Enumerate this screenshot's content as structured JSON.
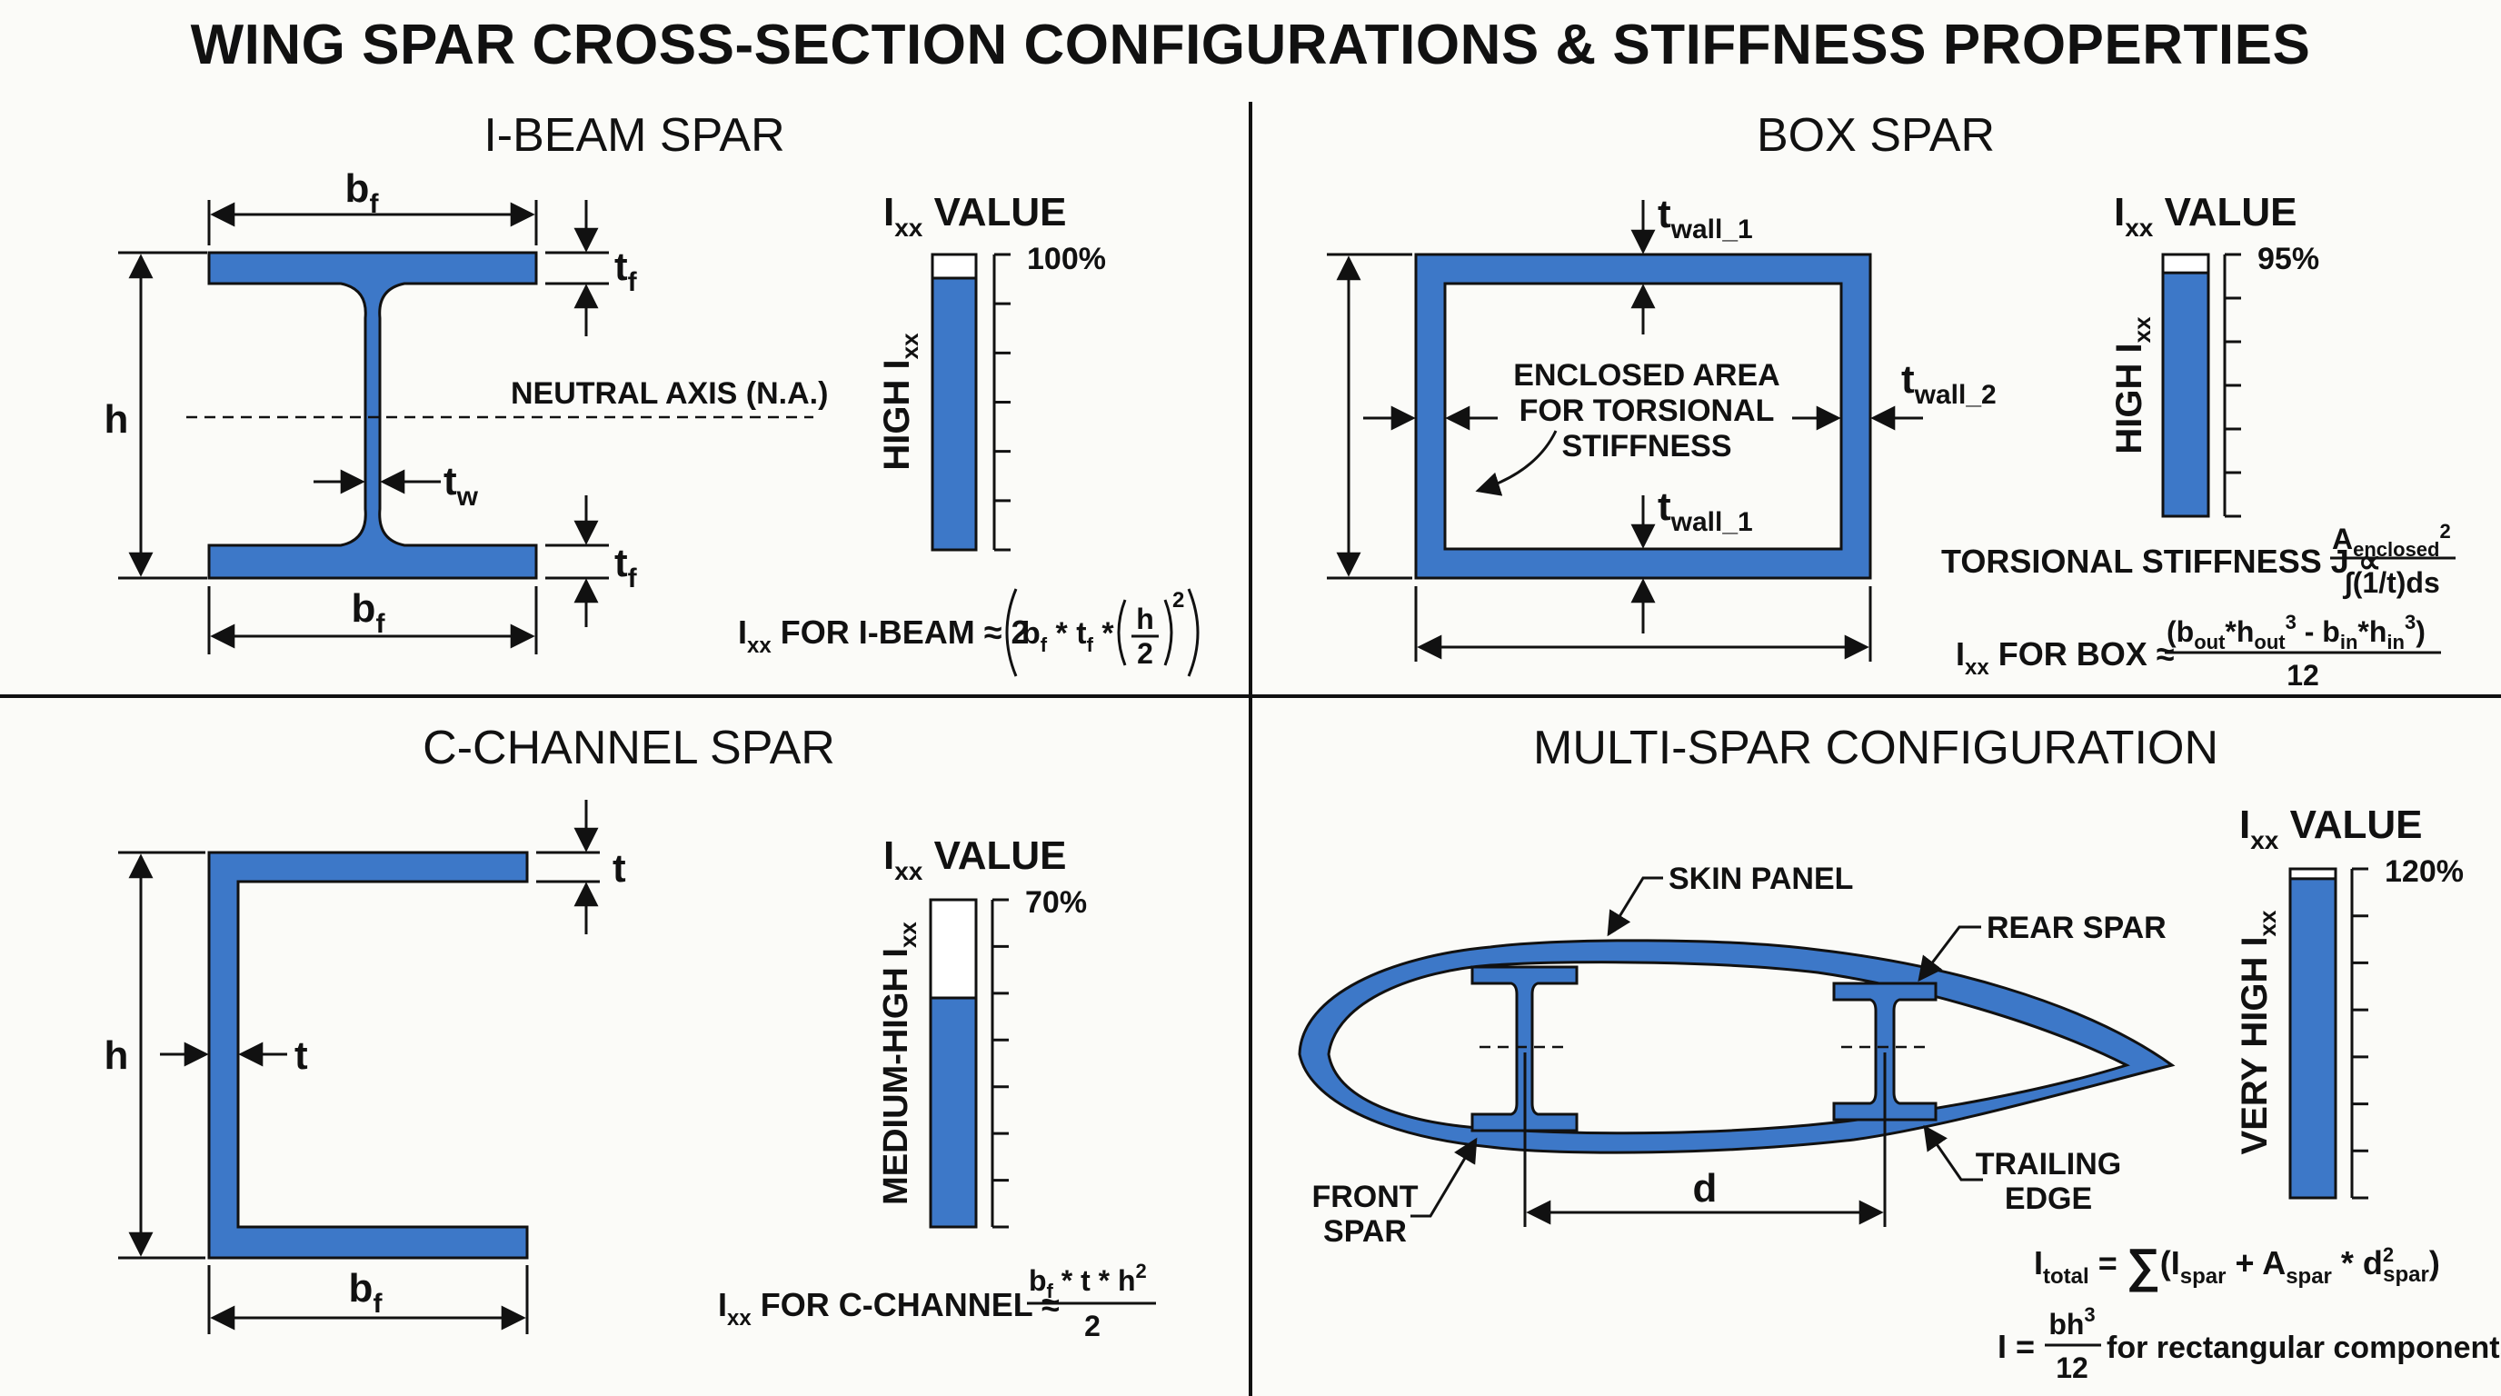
{
  "title": "WING SPAR CROSS-SECTION CONFIGURATIONS & STIFFNESS PROPERTIES",
  "colors": {
    "section_fill": "#3d78c8",
    "outline": "#111111",
    "background": "#fbfbf8"
  },
  "ibeam": {
    "title": "I-BEAM SPAR",
    "dims": {
      "flange_width": "b",
      "flange_width_sub": "f",
      "height": "h",
      "flange_thk": "t",
      "flange_thk_sub": "f",
      "web_thk": "t",
      "web_thk_sub": "w"
    },
    "neutral_axis": "NEUTRAL AXIS (N.A.)",
    "gauge": {
      "header": "I",
      "header_sub": "xx",
      "header_rest": " VALUE",
      "percent_label": "100%",
      "level": 0.92,
      "side_label": "HIGH I",
      "side_sub": "xx"
    },
    "formula": {
      "lhs": "I",
      "lhs_sub": "xx",
      "lhs_rest": " FOR I-BEAM ≈ 2",
      "inner": "b",
      "inner_sub1": "f",
      "times1": " * t",
      "inner_sub2": "f",
      "times2": " * ",
      "frac_num": "h",
      "frac_den": "2",
      "power": "2"
    }
  },
  "box": {
    "title": "BOX SPAR",
    "wall_top": "t",
    "wall_top_sub": "wall_1",
    "wall_right": "t",
    "wall_right_sub": "wall_2",
    "wall_bottom": "t",
    "wall_bottom_sub": "wall_1",
    "enclosed_label": [
      "ENCLOSED AREA",
      "FOR TORSIONAL",
      "STIFFNESS"
    ],
    "gauge": {
      "header": "I",
      "header_sub": "xx",
      "header_rest": " VALUE",
      "percent_label": "95%",
      "level": 0.93,
      "side_label": "HIGH I",
      "side_sub": "xx"
    },
    "torsion": {
      "lhs": "TORSIONAL STIFFNESS J ∝",
      "num": "A",
      "num_sub": "enclosed",
      "num_sup": "2",
      "den": "∫(1/t)ds"
    },
    "formula": {
      "lhs": "I",
      "lhs_sub": "xx",
      "lhs_rest": " FOR BOX ≈",
      "num_a": "(b",
      "num_a_sub": "out",
      "num_b": "*h",
      "num_b_sub": "out",
      "num_b_sup": "3",
      "num_c": " - b",
      "num_c_sub": "in",
      "num_d": "*h",
      "num_d_sub": "in",
      "num_d_sup": "3",
      "num_e": ")",
      "den": "12"
    }
  },
  "cchannel": {
    "title": "C-CHANNEL SPAR",
    "dims": {
      "thk_top": "t",
      "thk_web": "t",
      "height": "h",
      "flange_width": "b",
      "flange_width_sub": "f"
    },
    "gauge": {
      "header": "I",
      "header_sub": "xx",
      "header_rest": " VALUE",
      "percent_label": "70%",
      "level": 0.7,
      "side_label": "MEDIUM-HIGH I",
      "side_sub": "xx"
    },
    "formula": {
      "lhs": "I",
      "lhs_sub": "xx",
      "lhs_rest": " FOR C-CHANNEL ≈",
      "num_a": "b",
      "num_a_sub": "f",
      "num_b": " * t * h",
      "num_b_sup": "2",
      "den": "2"
    }
  },
  "multispar": {
    "title": "MULTI-SPAR CONFIGURATION",
    "labels": {
      "skin_panel": "SKIN PANEL",
      "rear_spar": "REAR SPAR",
      "front_spar": [
        "FRONT",
        "SPAR"
      ],
      "trailing_edge": [
        "TRAILING",
        "EDGE"
      ],
      "distance": "d"
    },
    "gauge": {
      "header": "I",
      "header_sub": "xx",
      "header_rest": " VALUE",
      "percent_label": "120%",
      "level": 0.97,
      "side_label": "VERY HIGH I",
      "side_sub": "xx"
    },
    "formula_total": {
      "lhs": "I",
      "lhs_sub": "total",
      "eq": " = ",
      "sum": "∑",
      "a": "(I",
      "a_sub": "spar",
      "b": " + A",
      "b_sub": "spar",
      "c": " * d",
      "c_sup": "2",
      "c_sub": "spar",
      "d": ")"
    },
    "formula_rect": {
      "lhs": "I = ",
      "num": "bh",
      "num_sup": "3",
      "den": "12",
      "rest": " for rectangular components"
    }
  }
}
